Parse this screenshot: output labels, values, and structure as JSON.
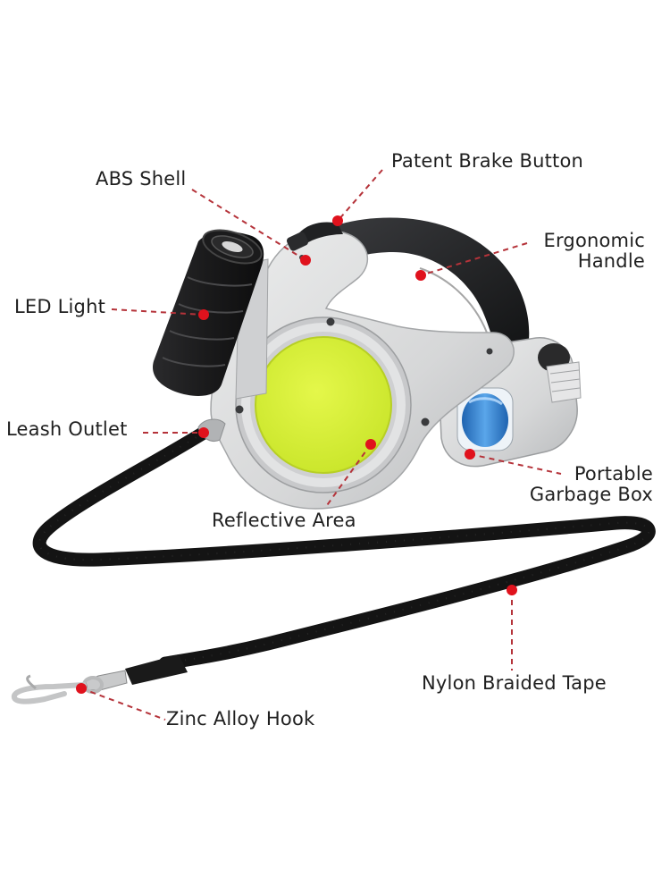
{
  "colors": {
    "background": "#ffffff",
    "marker": "#e0121d",
    "leader_line": "#b5333a",
    "body_gray": "#d9dadb",
    "body_shadow": "#a9abad",
    "handle": "#1f2022",
    "reflective": "#d8f23a",
    "tape": "#141414",
    "bag": "#2f7fd0"
  },
  "labels": {
    "abs_shell": "ABS Shell",
    "patent_brake_button": "Patent Brake Button",
    "ergonomic_handle_1": "Ergonomic",
    "ergonomic_handle_2": "Handle",
    "led_light": "LED Light",
    "leash_outlet": "Leash Outlet",
    "portable_garbage_box_1": "Portable",
    "portable_garbage_box_2": "Garbage Box",
    "reflective_area": "Reflective Area",
    "nylon_braided_tape": "Nylon Braided Tape",
    "zinc_alloy_hook": "Zinc Alloy Hook"
  }
}
